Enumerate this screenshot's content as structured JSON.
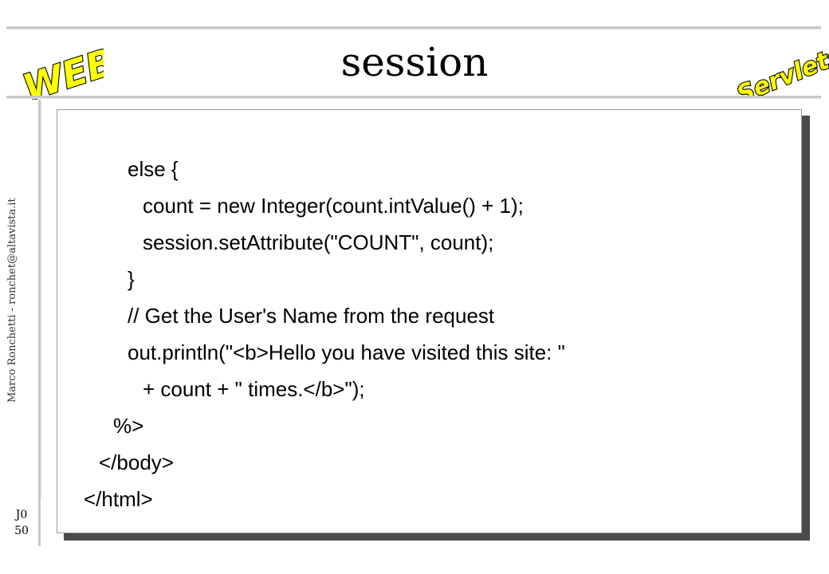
{
  "slide": {
    "title": "session",
    "logo_left": "WEB",
    "logo_right": "Servlets",
    "author": "Marco Ronchetti  -  ronchet@altavista.it",
    "page_code_line1": "J0",
    "page_code_line2": "50",
    "colors": {
      "logo_fill": "#ffff00",
      "rule": "#c9c9c9",
      "box_shadow": "#4a4a4a"
    }
  },
  "code_lines": [
    "else {",
    "count = new Integer(count.intValue() + 1);",
    "session.setAttribute(\"COUNT\", count);",
    "}",
    "// Get the User's Name from the request",
    "out.println(\"<b>Hello you have visited this site: \"",
    "+ count + \" times.</b>\");",
    "%>",
    "</body>",
    "</html>"
  ]
}
